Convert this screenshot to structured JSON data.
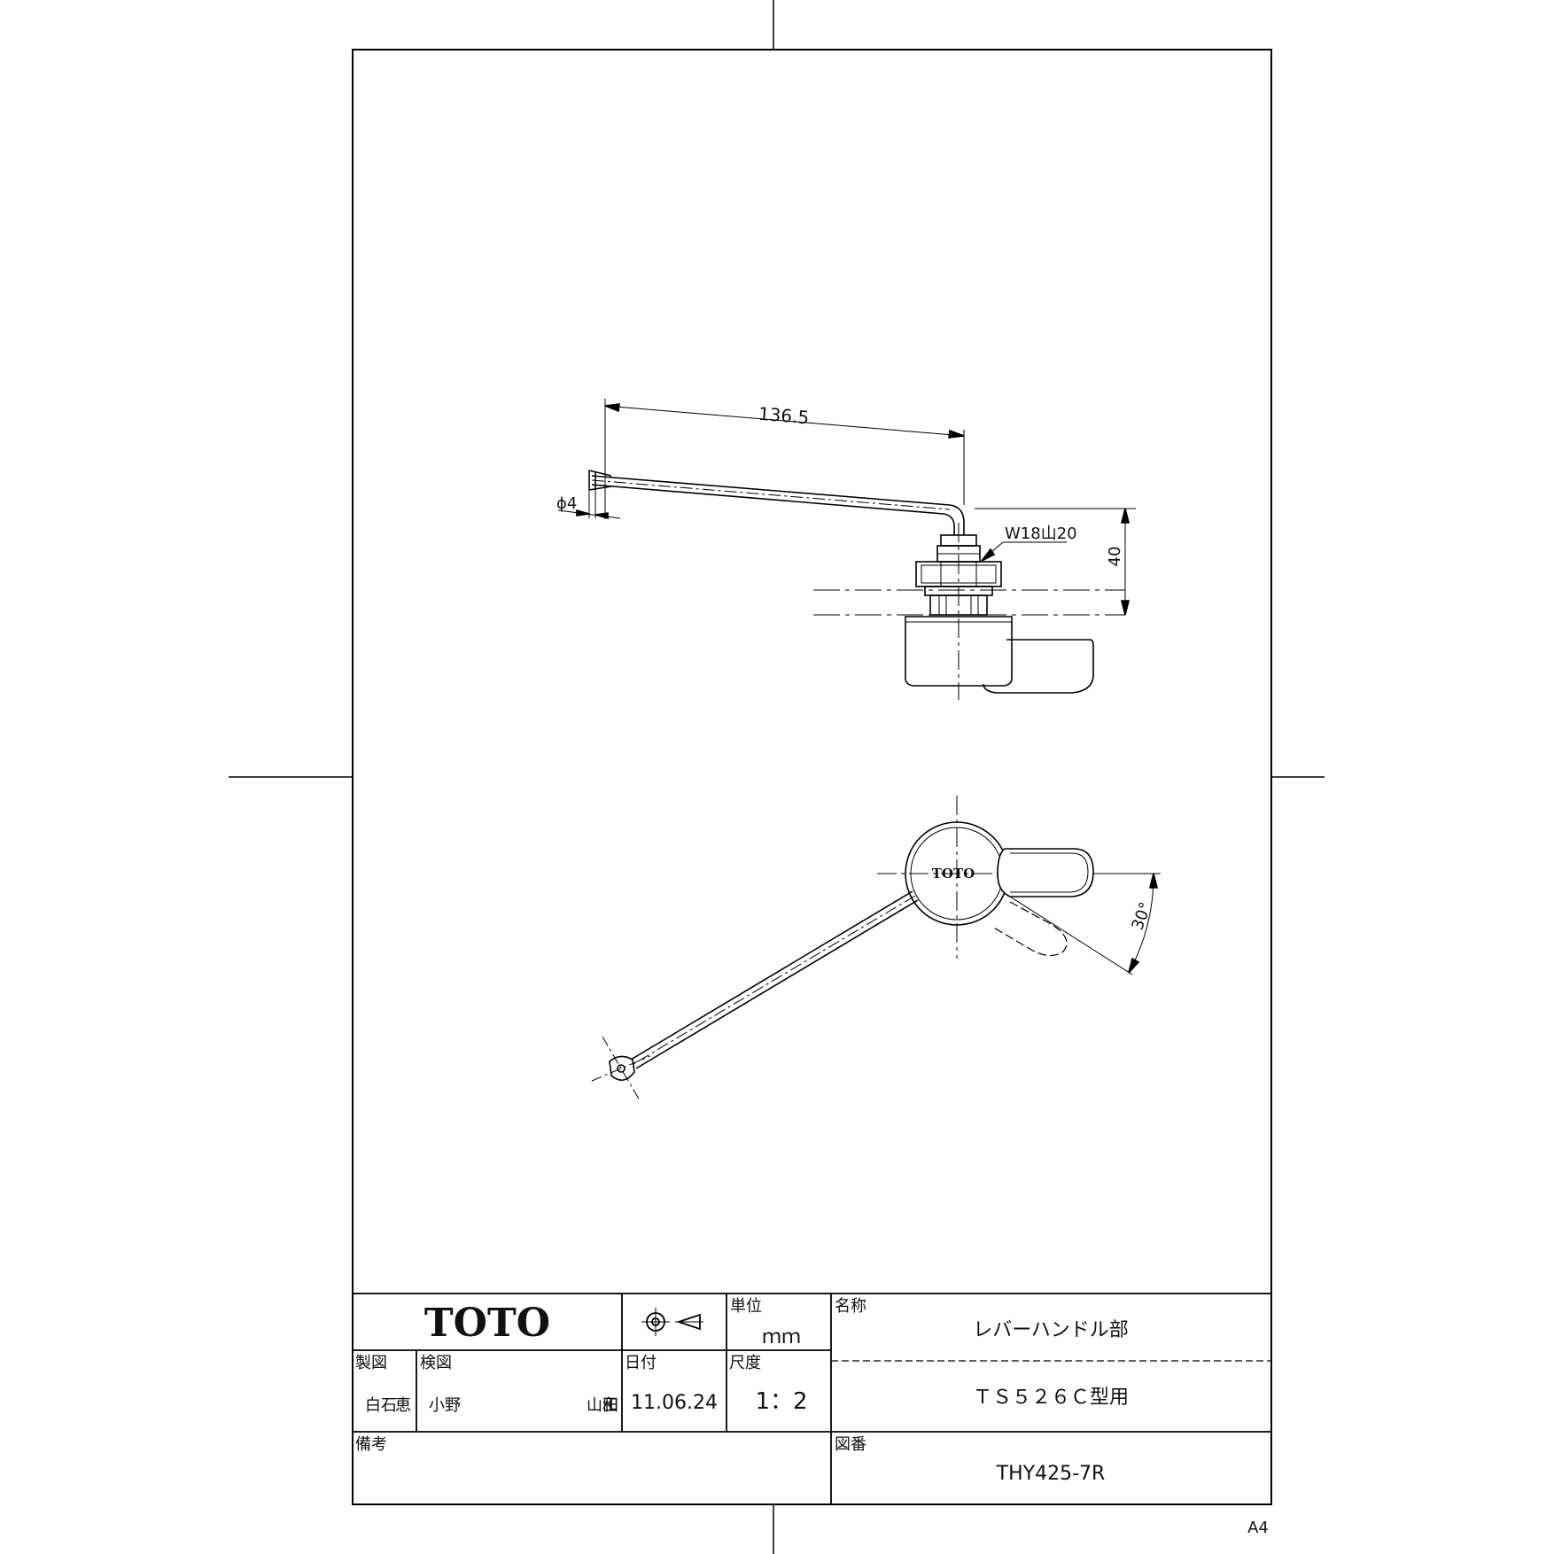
{
  "drawing": {
    "dimensions": {
      "length": "136.5",
      "diameter": "ϕ4",
      "thread": "W18山20",
      "height": "40",
      "angle": "30°"
    },
    "handle_logo": "TOTO"
  },
  "title_block": {
    "logo": "TOTO",
    "unit_label": "単位",
    "unit_value": "ｍｍ",
    "name_label": "名称",
    "name_value": "レバーハンドル部",
    "model_value": "ＴＳ５２６Ｃ型用",
    "drawn_label": "製図",
    "drawn_value": "白石",
    "drawn_seal": "恵",
    "checked_label": "検図",
    "checked_value": "小野",
    "approved_value": "山田",
    "approved_seal": "和",
    "date_label": "日付",
    "date_value": "11.06.24",
    "scale_label": "尺度",
    "scale_value": "1：2",
    "remarks_label": "備考",
    "drawing_no_label": "図番",
    "drawing_no_value": "THY425-7R"
  },
  "paper_size": "A4"
}
